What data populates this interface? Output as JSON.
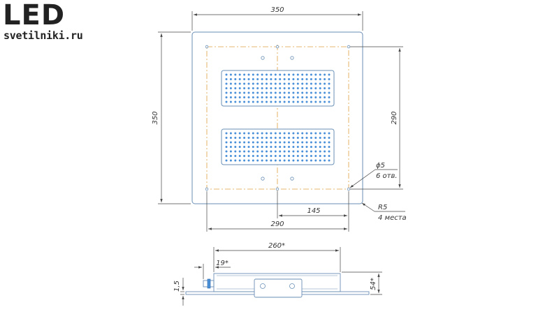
{
  "logo": {
    "brand": "LED",
    "site": "svetilniki.ru"
  },
  "colors": {
    "outline": "#6a8fb5",
    "dimension": "#444444",
    "centerline": "#e0a040",
    "led": "#4a90d9",
    "text": "#333333"
  },
  "top_view": {
    "width_label": "350",
    "height_label": "350",
    "hole_spacing_vertical_label": "290",
    "hole_spacing_horizontal_label": "290",
    "half_spacing_label": "145",
    "hole_diameter_label": "ϕ5",
    "hole_count_label": "6 отв.",
    "corner_radius_label": "R5",
    "corner_count_label": "4 места"
  },
  "side_view": {
    "length_label": "260*",
    "offset_label": "19*",
    "plate_thickness_label": "1,5",
    "height_label": "54*"
  }
}
